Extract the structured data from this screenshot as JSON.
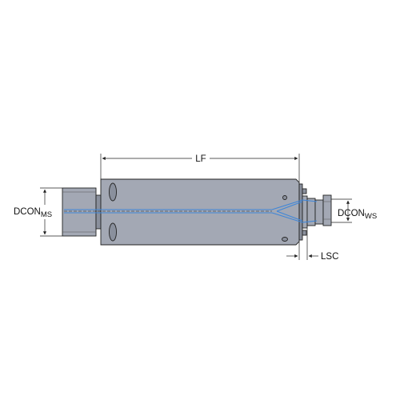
{
  "dimensions": {
    "lf": "LF",
    "lsc": "LSC",
    "dcon_ms": {
      "main": "DCON",
      "sub": "MS"
    },
    "dcon_ws": {
      "main": "DCON",
      "sub": "WS"
    }
  },
  "colors": {
    "body": "#a3a8b4",
    "body_dark": "#8a909d",
    "coolant": "#3f86d8",
    "line": "#222222"
  }
}
